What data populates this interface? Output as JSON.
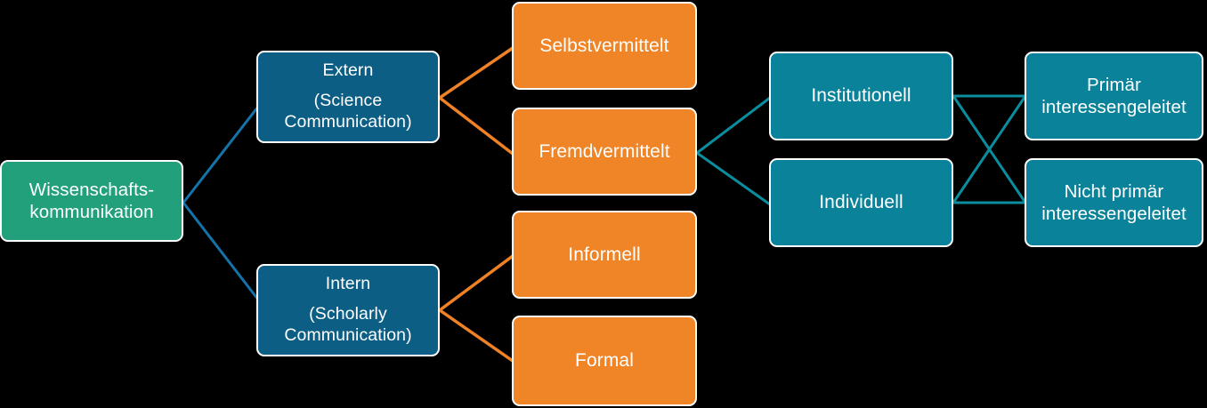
{
  "diagram": {
    "title": "Wissenschaftskommunikation",
    "colors": {
      "background": "#000000",
      "root": "#22a07c",
      "level1": "#0c5e85",
      "level2": "#f08528",
      "level3": "#0a8299",
      "edge_blue": "#1473a8",
      "edge_orange": "#ef8127",
      "edge_teal": "#0a8d9e",
      "node_text": "#ffffff",
      "node_border": "#ffffff"
    },
    "nodes": {
      "root": {
        "label": "Wissenschafts-\nkommunikation",
        "line1": "Wissenschafts-",
        "line2": "kommunikation"
      },
      "extern": {
        "line1": "Extern",
        "line2": "(Science",
        "line3": "Communication)"
      },
      "intern": {
        "line1": "Intern",
        "line2": "(Scholarly",
        "line3": "Communication)"
      },
      "selbstvermittelt": {
        "label": "Selbstvermittelt"
      },
      "fremdvermittelt": {
        "label": "Fremdvermittelt"
      },
      "informell": {
        "label": "Informell"
      },
      "formal": {
        "label": "Formal"
      },
      "institutionell": {
        "label": "Institutionell"
      },
      "individuell": {
        "label": "Individuell"
      },
      "primaer_interessengeleitet": {
        "line1": "Primär",
        "line2": "interessengeleitet"
      },
      "nicht_primaer_interessengeleitet": {
        "line1": "Nicht primär",
        "line2": "interessengeleitet"
      }
    },
    "edges": [
      {
        "from": "root",
        "to": "extern",
        "color": "#1473a8"
      },
      {
        "from": "root",
        "to": "intern",
        "color": "#1473a8"
      },
      {
        "from": "extern",
        "to": "selbstvermittelt",
        "color": "#ef8127"
      },
      {
        "from": "extern",
        "to": "fremdvermittelt",
        "color": "#ef8127"
      },
      {
        "from": "intern",
        "to": "informell",
        "color": "#ef8127"
      },
      {
        "from": "intern",
        "to": "formal",
        "color": "#ef8127"
      },
      {
        "from": "fremdvermittelt",
        "to": "institutionell",
        "color": "#0a8d9e"
      },
      {
        "from": "fremdvermittelt",
        "to": "individuell",
        "color": "#0a8d9e"
      },
      {
        "from": "institutionell",
        "to": "primaer_interessengeleitet",
        "color": "#0a8d9e"
      },
      {
        "from": "institutionell",
        "to": "nicht_primaer_interessengeleitet",
        "color": "#0a8d9e"
      },
      {
        "from": "individuell",
        "to": "primaer_interessengeleitet",
        "color": "#0a8d9e"
      },
      {
        "from": "individuell",
        "to": "nicht_primaer_interessengeleitet",
        "color": "#0a8d9e"
      }
    ]
  }
}
